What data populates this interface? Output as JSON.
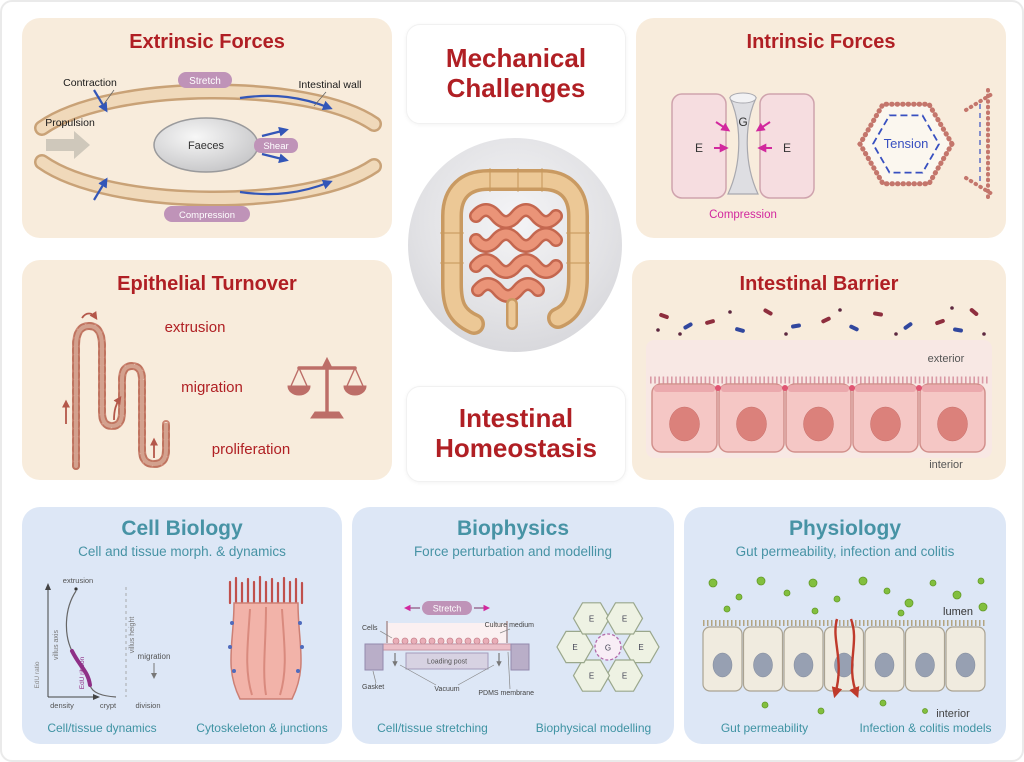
{
  "figure": {
    "center_top_title": "Mechanical Challenges",
    "center_bottom_title": "Intestinal Homeostasis"
  },
  "colors": {
    "panel_cream": "#f8ecdc",
    "panel_blue": "#dde7f6",
    "title_red": "#b01f24",
    "title_teal": "#4793a5",
    "pill_mauve": "#bf93b8",
    "magenta": "#d2289e",
    "tension_blue": "#3850c0"
  },
  "extrinsic": {
    "title": "Extrinsic Forces",
    "labels": {
      "contraction": "Contraction",
      "stretch": "Stretch",
      "intestinal_wall": "Intestinal wall",
      "propulsion": "Propulsion",
      "faeces": "Faeces",
      "shear": "Shear",
      "compression": "Compression"
    }
  },
  "intrinsic": {
    "title": "Intrinsic Forces",
    "labels": {
      "e": "E",
      "g": "G",
      "compression": "Compression",
      "tension": "Tension"
    }
  },
  "epithelial": {
    "title": "Epithelial Turnover",
    "labels": {
      "extrusion": "extrusion",
      "migration": "migration",
      "proliferation": "proliferation"
    }
  },
  "barrier": {
    "title": "Intestinal Barrier",
    "labels": {
      "exterior": "exterior",
      "interior": "interior"
    }
  },
  "cell_biology": {
    "title": "Cell Biology",
    "subtitle": "Cell and tissue morph. & dynamics",
    "diagram": {
      "extrusion": "extrusion",
      "villus_axis": "villus axis",
      "villus_height": "villus height",
      "edu_ribbon": "EdU ribbon",
      "migration": "migration",
      "edu_ratio": "EdU ratio",
      "density": "density",
      "crypt": "crypt",
      "division": "division"
    },
    "captions": [
      "Cell/tissue dynamics",
      "Cytoskeleton & junctions"
    ]
  },
  "biophysics": {
    "title": "Biophysics",
    "subtitle": "Force perturbation and modelling",
    "diagram": {
      "stretch": "Stretch",
      "cells": "Cells",
      "culture_medium": "Culture medium",
      "loading_post": "Loading post",
      "gasket": "Gasket",
      "vacuum": "Vacuum",
      "pdms_membrane": "PDMS membrane",
      "e": "E",
      "g": "G"
    },
    "captions": [
      "Cell/tissue stretching",
      "Biophysical modelling"
    ]
  },
  "physiology": {
    "title": "Physiology",
    "subtitle": "Gut permeability, infection and colitis",
    "diagram": {
      "lumen": "lumen",
      "interior": "interior"
    },
    "captions": [
      "Gut permeability",
      "Infection & colitis models"
    ]
  }
}
